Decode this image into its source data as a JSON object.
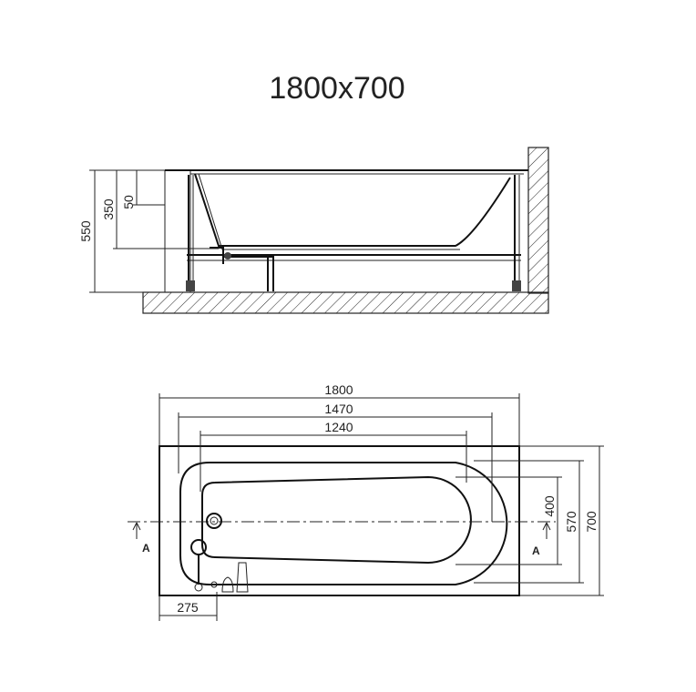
{
  "title": "1800x700",
  "side_view": {
    "dims": [
      "550",
      "350",
      "50"
    ]
  },
  "top_view": {
    "dims": {
      "length_total": "1800",
      "length_mid": "1470",
      "length_inner": "1240",
      "width_inner": "400",
      "width_mid": "570",
      "width_total": "700",
      "offset": "275"
    },
    "section_marks": [
      "A",
      "A"
    ]
  }
}
